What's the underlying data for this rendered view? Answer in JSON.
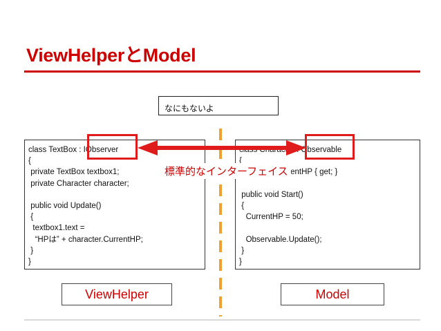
{
  "title": "ViewHelperとModel",
  "note": "なにもないよ",
  "left_code": [
    "class TextBox : IObserver",
    "{",
    " private TextBox textbox1;",
    " private Character character;",
    "",
    " public void Update()",
    " {",
    "  textbox1.text =",
    "   “HPは” + character.CurrentHP;",
    " }",
    "}"
  ],
  "right_code": [
    "class Character : Observable",
    "{",
    " public int CurrentHP { get; }",
    "",
    " public void Start()",
    " {",
    "   CurrentHP = 50;",
    "",
    "   Observable.Update();",
    " }",
    "}"
  ],
  "interface_label": "標準的なインターフェイス",
  "left_label": "ViewHelper",
  "right_label": "Model",
  "colors": {
    "accent": "#cc0000",
    "highlight": "#e01b1b",
    "divider": "#f0a030"
  }
}
